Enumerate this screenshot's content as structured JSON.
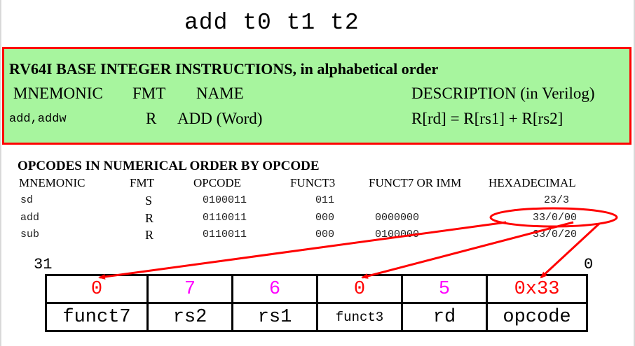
{
  "title": "add t0 t1 t2",
  "reference_card": {
    "heading": "RV64I BASE INTEGER INSTRUCTIONS, in alphabetical order",
    "columns": {
      "mnemonic": "MNEMONIC",
      "fmt": "FMT",
      "name": "NAME",
      "description": "DESCRIPTION (in Verilog)"
    },
    "row": {
      "mnemonic": "add,addw",
      "fmt": "R",
      "name": "ADD (Word)",
      "description": "R[rd] = R[rs1] + R[rs2]"
    }
  },
  "opcode_table": {
    "heading": "OPCODES IN NUMERICAL ORDER BY OPCODE",
    "columns": {
      "mnemonic": "MNEMONIC",
      "fmt": "FMT",
      "opcode": "OPCODE",
      "funct3": "FUNCT3",
      "funct7": "FUNCT7 OR IMM",
      "hex": "HEXADECIMAL"
    },
    "rows": [
      {
        "mnemonic": "sd",
        "fmt": "S",
        "opcode": "0100011",
        "funct3": "011",
        "funct7": "",
        "hex": "23/3"
      },
      {
        "mnemonic": "add",
        "fmt": "R",
        "opcode": "0110011",
        "funct3": "000",
        "funct7": "0000000",
        "hex": "33/0/00"
      },
      {
        "mnemonic": "sub",
        "fmt": "R",
        "opcode": "0110011",
        "funct3": "000",
        "funct7": "0100000",
        "hex": "33/0/20"
      }
    ]
  },
  "bit_range": {
    "high": "31",
    "low": "0"
  },
  "fields": [
    {
      "value": "0",
      "name": "funct7"
    },
    {
      "value": "7",
      "name": "rs2"
    },
    {
      "value": "6",
      "name": "rs1"
    },
    {
      "value": "0",
      "name": "funct3"
    },
    {
      "value": "5",
      "name": "rd"
    },
    {
      "value": "0x33",
      "name": "opcode"
    }
  ],
  "colors": {
    "highlight_border": "#ff0000",
    "card_background": "#a7f59e",
    "value_red": "#ff0000",
    "value_magenta": "#ff00ff"
  }
}
